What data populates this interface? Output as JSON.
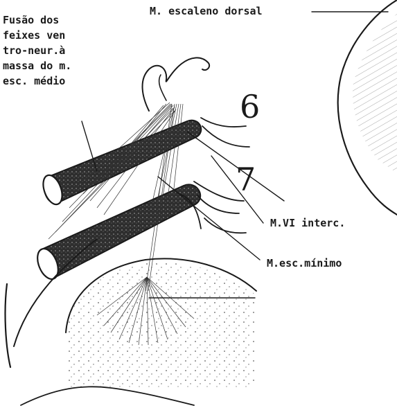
{
  "labels": {
    "fusion_line1": "Fusão  dos",
    "fusion_line2": "feixes ven",
    "fusion_line3": "tro-neur.à",
    "fusion_line4": "massa do m.",
    "fusion_line5": "esc.  médio",
    "escaleno_dorsal": "M. escaleno dorsal",
    "vi_interc": "M.VI interc.",
    "esc_minimo": "M.esc.mínimo",
    "number_6": "6",
    "number_7": "7"
  },
  "colors": {
    "ink": "#1a1a1a",
    "paper": "#ffffff",
    "rib_fill": "#333333"
  }
}
